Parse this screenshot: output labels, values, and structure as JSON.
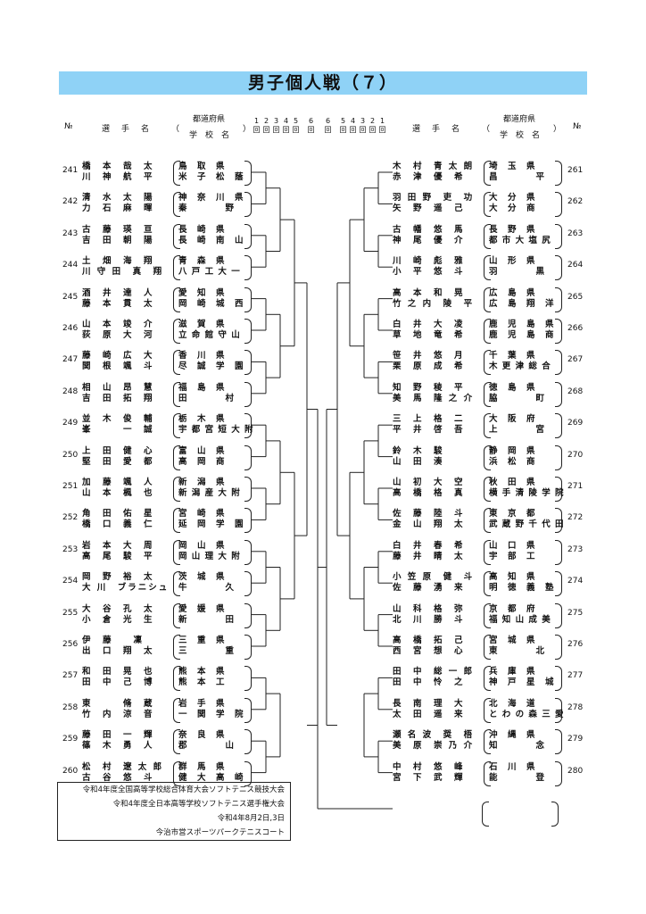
{
  "title": "男子個人戦（７）",
  "header": {
    "no": "№",
    "player": "選　手　名",
    "pref": "都道府県",
    "school": "学　校　名",
    "rounds_left": [
      "1",
      "2",
      "3",
      "4",
      "5",
      "6"
    ],
    "rounds_right": [
      "6",
      "5",
      "4",
      "3",
      "2",
      "1"
    ],
    "round_suffix": "回"
  },
  "left": [
    {
      "no": "241",
      "p1": "橋　本　哉　太",
      "p2": "川　神　航　平",
      "pref": "鳥　取　県",
      "school": "米　子　松　蔭"
    },
    {
      "no": "242",
      "p1": "清　水　太　陽",
      "p2": "力　石　麻　暉",
      "pref": "神　奈　川　県",
      "school": "秦　　　　野"
    },
    {
      "no": "243",
      "p1": "古　藤　瑛　亘",
      "p2": "吉　田　朝　陽",
      "pref": "長　崎　県",
      "school": "長　崎　南　山"
    },
    {
      "no": "244",
      "p1": "土　畑　海　翔",
      "p2": "川 守 田　真　翔",
      "pref": "青　森　県",
      "school": "八 戸 工 大 一"
    },
    {
      "no": "245",
      "p1": "酒　井　達　人",
      "p2": "藤　本　貫　太",
      "pref": "愛　知　県",
      "school": "岡　崎　城　西"
    },
    {
      "no": "246",
      "p1": "山　本　竣　介",
      "p2": "荻　原　大　河",
      "pref": "滋　賀　県",
      "school": "立 命 館 守 山"
    },
    {
      "no": "247",
      "p1": "藤　崎　広　大",
      "p2": "関　根　颯　斗",
      "pref": "香　川　県",
      "school": "尽　誠　学　園"
    },
    {
      "no": "248",
      "p1": "相　山　昂　慧",
      "p2": "吉　田　拓　翔",
      "pref": "福　島　県",
      "school": "田　　　　村"
    },
    {
      "no": "249",
      "p1": "並　木　俊　輔",
      "p2": "峯　　　一　誠",
      "pref": "栃　木　県",
      "school": "宇 都 宮 短 大 附"
    },
    {
      "no": "250",
      "p1": "上　田　健　心",
      "p2": "堅　田　愛　都",
      "pref": "富　山　県",
      "school": "高　岡　商"
    },
    {
      "no": "251",
      "p1": "加　藤　颯　人",
      "p2": "山　本　楓　也",
      "pref": "新　潟　県",
      "school": "新 潟 産 大 附"
    },
    {
      "no": "252",
      "p1": "角　田　佑　星",
      "p2": "橋　口　義　仁",
      "pref": "宮　崎　県",
      "school": "延　岡　学　園"
    },
    {
      "no": "253",
      "p1": "岩　本　大　周",
      "p2": "高　尾　駿　平",
      "pref": "岡　山　県",
      "school": "岡 山 理 大 附"
    },
    {
      "no": "254",
      "p1": "岡　野　裕　太",
      "p2": "大 川　ブラニシュ",
      "pref": "茨　城　県",
      "school": "牛　　　　久"
    },
    {
      "no": "255",
      "p1": "大　谷　孔　太",
      "p2": "小　倉　光　生",
      "pref": "愛　媛　県",
      "school": "新　　　　田"
    },
    {
      "no": "256",
      "p1": "伊　藤　　凜",
      "p2": "出　口　翔　太",
      "pref": "三　重　県",
      "school": "三　　　　重"
    },
    {
      "no": "257",
      "p1": "和　田　晃　也",
      "p2": "田　中　己　博",
      "pref": "熊　本　県",
      "school": "熊　本　工"
    },
    {
      "no": "258",
      "p1": "東　　　脩　蔵",
      "p2": "竹　内　涼　音",
      "pref": "岩　手　県",
      "school": "一　関　学　院"
    },
    {
      "no": "259",
      "p1": "藤　田　一　輝",
      "p2": "篠　木　勇　人",
      "pref": "奈　良　県",
      "school": "郡　　　　山"
    },
    {
      "no": "260",
      "p1": "松　村　遼 太 郎",
      "p2": "古　谷　悠　斗",
      "pref": "群　馬　県",
      "school": "健　大　高　崎"
    }
  ],
  "right": [
    {
      "no": "261",
      "p1": "木　村　青 太 朗",
      "p2": "赤　津　優　希",
      "pref": "埼　玉　県",
      "school": "昌　　　　平"
    },
    {
      "no": "262",
      "p1": "羽 田 野　吏　功",
      "p2": "矢　野　遥　己",
      "pref": "大　分　県",
      "school": "大　分　商"
    },
    {
      "no": "263",
      "p1": "古　幡　悠　馬",
      "p2": "神　尾　優　介",
      "pref": "長　野　県",
      "school": "都 市 大 塩 尻"
    },
    {
      "no": "264",
      "p1": "川　崎　彪　雅",
      "p2": "小　平　悠　斗",
      "pref": "山　形　県",
      "school": "羽　　　　黒"
    },
    {
      "no": "265",
      "p1": "高　本　和　晃",
      "p2": "竹 之 内　陵　平",
      "pref": "広　島　県",
      "school": "広　島　翔　洋"
    },
    {
      "no": "266",
      "p1": "白　井　大　凌",
      "p2": "草　地　竜　希",
      "pref": "鹿　児　島　県",
      "school": "鹿　児　島　商"
    },
    {
      "no": "267",
      "p1": "笹　井　悠　月",
      "p2": "栗　原　成　希",
      "pref": "千　葉　県",
      "school": "木 更 津 総 合"
    },
    {
      "no": "268",
      "p1": "知　野　稜　平",
      "p2": "美　馬　隆 之 介",
      "pref": "徳　島　県",
      "school": "脇　　　　町"
    },
    {
      "no": "269",
      "p1": "三　上　格　二",
      "p2": "平　井　啓　吾",
      "pref": "大　阪　府",
      "school": "上　　　　宮"
    },
    {
      "no": "270",
      "p1": "鈴　木　駿",
      "p2": "山　田　湊",
      "pref": "静　岡　県",
      "school": "浜　松　商"
    },
    {
      "no": "271",
      "p1": "山　初　大　空",
      "p2": "高　橋　格　真",
      "pref": "秋　田　県",
      "school": "横 手 清 陵 学 院"
    },
    {
      "no": "272",
      "p1": "佐　藤　陸　斗",
      "p2": "金　山　翔　太",
      "pref": "東　京　都",
      "school": "武 蔵 野 千 代 田"
    },
    {
      "no": "273",
      "p1": "白　井　春　希",
      "p2": "藤　井　睛　太",
      "pref": "山　口　県",
      "school": "宇　部　工"
    },
    {
      "no": "274",
      "p1": "小 笠 原　健　斗",
      "p2": "佐　藤　湧　来",
      "pref": "高　知　県",
      "school": "明　徳　義　塾"
    },
    {
      "no": "275",
      "p1": "山　科　格　弥",
      "p2": "北　川　勝　斗",
      "pref": "京　都　府",
      "school": "福 知 山 成 美"
    },
    {
      "no": "276",
      "p1": "高　橋　拓　己",
      "p2": "西　宮　想　心",
      "pref": "宮　城　県",
      "school": "東　　　　北"
    },
    {
      "no": "277",
      "p1": "田　中　総 一 郎",
      "p2": "田　中　怜　之",
      "pref": "兵　庫　県",
      "school": "神　戸　星　城"
    },
    {
      "no": "278",
      "p1": "長　南　理　大",
      "p2": "太　田　遥　来",
      "pref": "北　海　道",
      "school": "と わ の 森 三 愛"
    },
    {
      "no": "279",
      "p1": "瀬 名 波　奨　梧",
      "p2": "美　原　崇 乃 介",
      "pref": "沖　縄　県",
      "school": "知　　　　念"
    },
    {
      "no": "280",
      "p1": "中　村　悠　峰",
      "p2": "宮　下　武　輝",
      "pref": "石　川　県",
      "school": "能　　　　登"
    }
  ],
  "footer": {
    "line1": "令和4年度全国高等学校総合体育大会ソフトテニス競技大会",
    "line2": "令和4年度全日本高等学校ソフトテニス選手権大会",
    "line3": "令和4年8月2日,3日",
    "line4": "今治市営スポーツパークテニスコート"
  }
}
